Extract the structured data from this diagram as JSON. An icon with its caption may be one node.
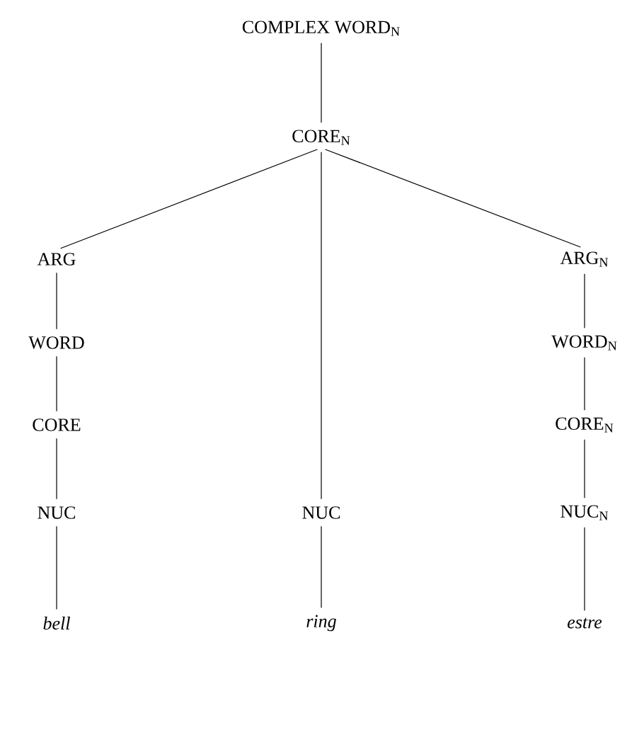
{
  "diagram": {
    "nodes": [
      {
        "text": [
          "COMPLEX WORD$_{N}$"
        ]
      },
      {
        "text": [
          "CORE$_{N}$"
        ]
      },
      {
        "text": [
          "ARG"
        ]
      },
      {
        "text": [
          "WORD"
        ]
      },
      {
        "text": [
          "CORE"
        ]
      },
      {
        "text": [
          "NUC"
        ]
      },
      {
        "text": [
          "bell"
        ]
      },
      {
        "text": [
          "NUC"
        ]
      },
      {
        "text": [
          "ring"
        ]
      },
      {
        "text": [
          "ARG$_{N}$"
        ]
      },
      {
        "text": [
          "WORD$_{N}$"
        ]
      },
      {
        "text": [
          "CORE$_{N}$"
        ]
      },
      {
        "text": [
          "NUC$_{N}$"
        ]
      },
      {
        "text": [
          "estre"
        ]
      }
    ],
    "edges": [
      {
        "from": 0,
        "to": 1,
        "arrow": "none"
      },
      {
        "from": 1,
        "to": 2,
        "arrow": "none"
      },
      {
        "from": 1,
        "to": 7,
        "arrow": "none"
      },
      {
        "from": 1,
        "to": 9,
        "arrow": "none"
      },
      {
        "from": 2,
        "to": 3,
        "arrow": "none"
      },
      {
        "from": 3,
        "to": 4,
        "arrow": "none"
      },
      {
        "from": 4,
        "to": 5,
        "arrow": "none"
      },
      {
        "from": 5,
        "to": 6,
        "arrow": "none"
      },
      {
        "from": 7,
        "to": 8,
        "arrow": "none"
      },
      {
        "from": 9,
        "to": 10,
        "arrow": "none"
      },
      {
        "from": 10,
        "to": 11,
        "arrow": "none"
      },
      {
        "from": 11,
        "to": 12,
        "arrow": "none"
      },
      {
        "from": 12,
        "to": 13,
        "arrow": "none"
      }
    ]
  }
}
